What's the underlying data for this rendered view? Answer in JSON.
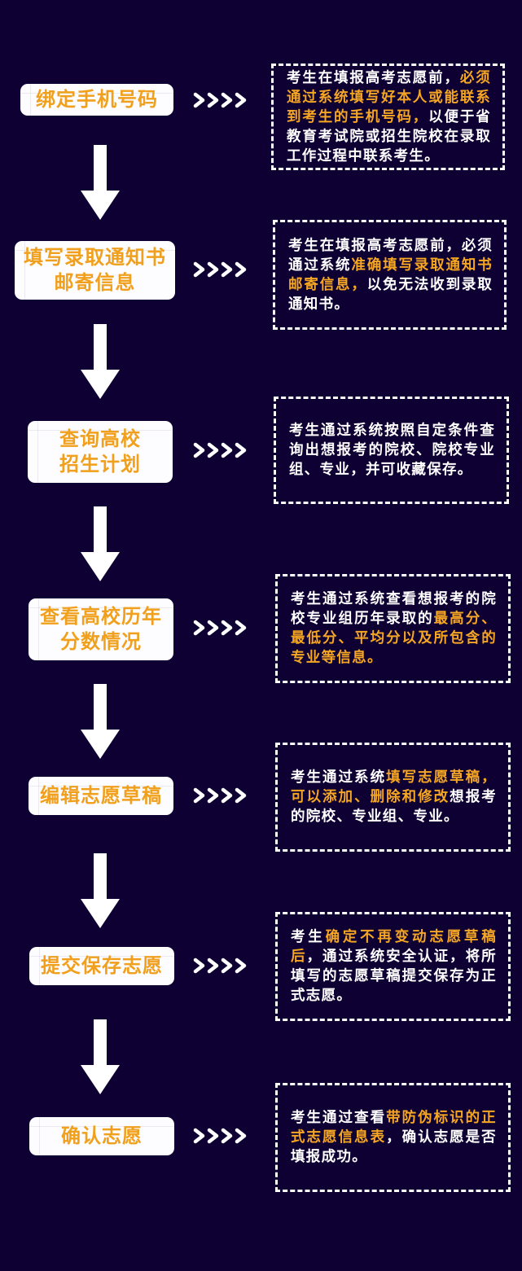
{
  "colors": {
    "background": "#0f0033",
    "step_box": "#fdfcfe",
    "step_text": "#f0a01c",
    "highlight": "#f5a623",
    "body_text": "#ffffff"
  },
  "steps": [
    {
      "title": "绑定手机号码",
      "connector_icon": "chevrons-right-icon",
      "description": [
        {
          "text": "考生在填报高考志愿前，",
          "highlight": false
        },
        {
          "text": "必须通过系统填写好本人或能联系到考生的手机号码，",
          "highlight": true
        },
        {
          "text": "以便于省教育考试院或招生院校在录取工作过程中联系考生。",
          "highlight": false
        }
      ]
    },
    {
      "title": "填写录取通知书\n邮寄信息",
      "connector_icon": "chevrons-right-icon",
      "description": [
        {
          "text": "考生在填报高考志愿前，必须通过系统",
          "highlight": false
        },
        {
          "text": "准确填写录取通知书邮寄信息，",
          "highlight": true
        },
        {
          "text": "以免无法收到录取通知书。",
          "highlight": false
        }
      ]
    },
    {
      "title": "查询高校\n招生计划",
      "connector_icon": "chevrons-right-icon",
      "description": [
        {
          "text": "考生通过系统按照自定条件查询出想报考的院校、院校专业组、专业，并可收藏保存。",
          "highlight": false
        }
      ]
    },
    {
      "title": "查看高校历年\n分数情况",
      "connector_icon": "chevrons-right-icon",
      "description": [
        {
          "text": "考生通过系统查看想报考的院校专业组历年录取的",
          "highlight": false
        },
        {
          "text": "最高分、最低分、平均分以及所包含的专业等信息。",
          "highlight": true
        }
      ]
    },
    {
      "title": "编辑志愿草稿",
      "connector_icon": "chevrons-right-icon",
      "description": [
        {
          "text": "考生通过系统",
          "highlight": false
        },
        {
          "text": "填写志愿草稿，可以添加、删除和修改",
          "highlight": true
        },
        {
          "text": "想报考的院校、专业组、专业。",
          "highlight": false
        }
      ]
    },
    {
      "title": "提交保存志愿",
      "connector_icon": "chevrons-right-icon",
      "description": [
        {
          "text": "考生",
          "highlight": false
        },
        {
          "text": "确定不再变动志愿草稿后",
          "highlight": true
        },
        {
          "text": "，通过系统安全认证，将所填写的志愿草稿提交保存为正式志愿。",
          "highlight": false
        }
      ]
    },
    {
      "title": "确认志愿",
      "connector_icon": "chevrons-right-icon",
      "description": [
        {
          "text": "考生通过查看",
          "highlight": false
        },
        {
          "text": "带防伪标识的正式志愿信息表",
          "highlight": true
        },
        {
          "text": "，确认志愿是否填报成功。",
          "highlight": false
        }
      ]
    }
  ],
  "flow_arrow_icon": "down-arrow-icon"
}
